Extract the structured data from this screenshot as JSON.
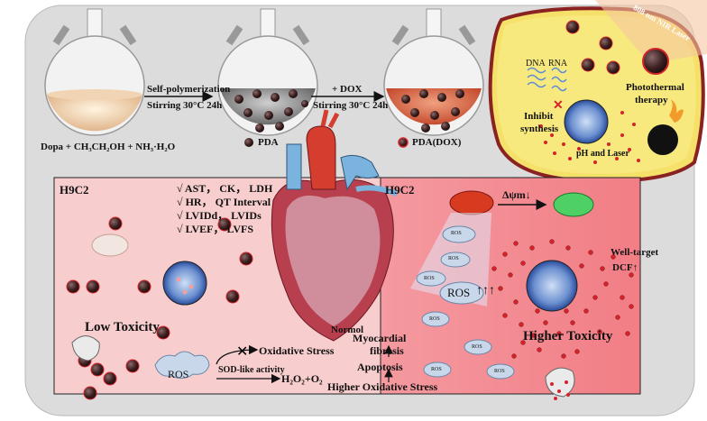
{
  "synthesis": {
    "flask1_label": "Dopa + CH₃CH₂OH + NH₃·H₂O",
    "arrow1_top": "Self-polymerization",
    "arrow1_bottom": "Stirring 30°C 24h",
    "flask2_label": "PDA",
    "arrow2_top": "+ DOX",
    "arrow2_bottom": "Stirring 30°C 24h",
    "flask3_label": "PDA(DOX)"
  },
  "cell": {
    "laser_label": "808 nm NIR Laser",
    "dna": "DNA",
    "rna": "RNA",
    "photothermal": "Photothermal",
    "therapy": "therapy",
    "inhibit": "Inhibit",
    "synthesis": "synthesis",
    "ph_laser": "pH  and  Laser"
  },
  "left_panel": {
    "title": "H9C2",
    "markers": [
      "√ AST， CK， LDH",
      "√ HR， QT Interval",
      "√ LVIDd， LVIDs",
      "√ LVEF， LVFS"
    ],
    "low_toxicity": "Low Toxicity",
    "normol": "Normol",
    "oxidative_stress": "Oxidative Stress",
    "sod": "SOD-like activity",
    "ros": "ROS",
    "product": "H₂O₂+O₂"
  },
  "right_panel": {
    "title": "H9C2",
    "delta_psi": "Δψm↓",
    "ros_small": "ROS",
    "ros_big": "ROS",
    "well_target": "Well-target",
    "dcf": "DCF↑",
    "myocardial": "Myocardial",
    "fibrosis": "fibrosis",
    "apoptosis": "Apoptosis",
    "higher_oxidative": "Higher Oxidative Stress",
    "higher_toxicity": "Higher Toxicity"
  },
  "colors": {
    "background_panel": "#dcdcdc",
    "left_panel": "#f6c9c9",
    "right_panel": "#f08d92",
    "cell_fill": "#f4e36a",
    "nanoparticle": "#4a2a2a",
    "dox_dots": "#d4232a"
  }
}
